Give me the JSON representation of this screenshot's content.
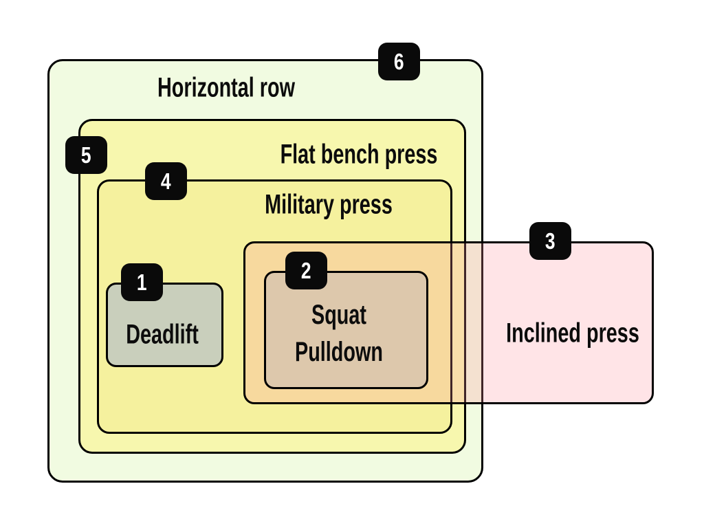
{
  "diagram": {
    "type": "nested-set-euler-diagram",
    "labels": {
      "horizontal_row": "Horizontal row",
      "flat_bench_press": "Flat bench press",
      "military_press": "Military press",
      "inclined_press": "Inclined press",
      "squat": "Squat",
      "pulldown": "Pulldown",
      "deadlift": "Deadlift"
    },
    "badges": {
      "deadlift": "1",
      "squat_pulldown": "2",
      "inclined_press": "3",
      "military_press": "4",
      "flat_bench_press": "5",
      "horizontal_row": "6"
    },
    "palette": {
      "background": "#ffffff",
      "horizontal_row_fill": "#f1fbe1",
      "flat_bench_press_fill": "#f7f7ae",
      "military_press_fill": "#f5f19e",
      "deadlift_fill": "#c9cfbc",
      "squat_pulldown_fill": "#ddc8ac",
      "inclined_press_overlay": "rgba(255,148,158,0.25)",
      "border": "#000000",
      "badge_background": "#0a0a0a",
      "badge_text": "#ffffff"
    }
  }
}
